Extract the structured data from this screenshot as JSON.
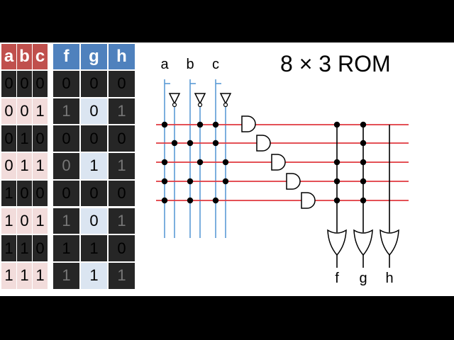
{
  "title": "8 × 3 ROM",
  "table": {
    "input_headers": [
      "a",
      "b",
      "c"
    ],
    "output_headers": [
      "f",
      "g",
      "h"
    ],
    "rows": [
      {
        "in": [
          "0",
          "0",
          "0"
        ],
        "out": [
          "0",
          "0",
          "0"
        ]
      },
      {
        "in": [
          "0",
          "0",
          "1"
        ],
        "out": [
          "1",
          "0",
          "1"
        ]
      },
      {
        "in": [
          "0",
          "1",
          "0"
        ],
        "out": [
          "0",
          "0",
          "0"
        ]
      },
      {
        "in": [
          "0",
          "1",
          "1"
        ],
        "out": [
          "0",
          "1",
          "1"
        ]
      },
      {
        "in": [
          "1",
          "0",
          "0"
        ],
        "out": [
          "0",
          "0",
          "0"
        ]
      },
      {
        "in": [
          "1",
          "0",
          "1"
        ],
        "out": [
          "1",
          "0",
          "1"
        ]
      },
      {
        "in": [
          "1",
          "1",
          "0"
        ],
        "out": [
          "1",
          "1",
          "0"
        ]
      },
      {
        "in": [
          "1",
          "1",
          "1"
        ],
        "out": [
          "1",
          "1",
          "1"
        ]
      }
    ]
  },
  "circuit": {
    "inputs": [
      "a",
      "b",
      "c"
    ],
    "outputs": [
      "f",
      "g",
      "h"
    ],
    "and_gate_count": 5,
    "or_gate_count": 3
  },
  "colors": {
    "input_header": "#c0504d",
    "output_header": "#4f81bd",
    "dark_row": "#262626",
    "light_input_row": "#f2dcdb",
    "light_output_row": "#dbe5f1",
    "wire_blue": "#5b9bd5",
    "wire_red": "#e0383e"
  }
}
